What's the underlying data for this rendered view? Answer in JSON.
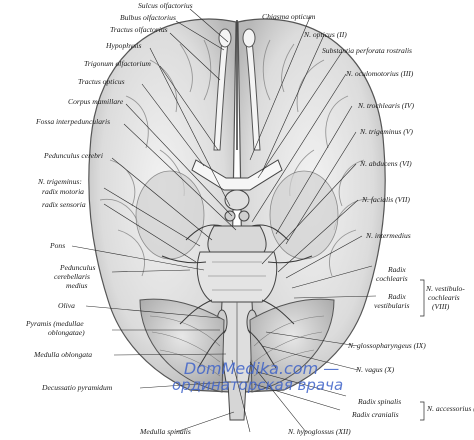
{
  "labels": {
    "sulcus_olfactorius": "Sulcus olfactorius",
    "bulbus_olfactorius": "Bulbus olfactorius",
    "tractus_olfactorius": "Tractus olfactorius",
    "chiasma_opticum": "Chiasma opticum",
    "n_opticus": "N. opticus (II)",
    "hypophysis": "Hypophysis",
    "substantia_perforata": "Substantia perforata rostralis",
    "trigonum_olfactorium": "Trigonum olfactorium",
    "n_oculomotorius": "N. oculomotorius (III)",
    "tractus_opticus": "Tractus opticus",
    "corpus_mamillare": "Corpus mamillare",
    "n_trochlearis": "N. trochlearis (IV)",
    "fossa_interpeduncularis": "Fossa interpeduncularis",
    "n_trigeminus": "N. trigeminus (V)",
    "pedunculus_cerebri": "Pedunculus cerebri",
    "n_abducens": "N. abducens (VI)",
    "n_trigeminus_left": "N. trigeminus:",
    "radix_motoria": "radix motoria",
    "radix_sensoria": "radix sensoria",
    "n_facialis": "N. facialis (VII)",
    "n_intermedius": "N. intermedius",
    "pons": "Pons",
    "pedunculus_cerebellaris_1": "Pedunculus",
    "pedunculus_cerebellaris_2": "cerebellaris",
    "pedunculus_cerebellaris_3": "medius",
    "radix_cochlearis_1": "Radix",
    "radix_cochlearis_2": "cochlearis",
    "radix_vestibularis_1": "Radix",
    "radix_vestibularis_2": "vestibularis",
    "n_vestibulocochlearis_1": "N. vestibulo-",
    "n_vestibulocochlearis_2": "cochlearis",
    "n_vestibulocochlearis_3": "(VIII)",
    "oliva": "Oliva",
    "pyramis_1": "Pyramis (medullae",
    "pyramis_2": "oblongatae)",
    "n_glossopharyngeus": "N. glossopharyngeus (IX)",
    "medulla_oblongata": "Medulla oblongata",
    "n_vagus": "N. vagus (X)",
    "decussatio": "Decussatio pyramidum",
    "radix_spinalis": "Radix spinalis",
    "radix_cranialis": "Radix cranialis",
    "n_accessorius": "N. accessorius (XI)",
    "medulla_spinalis": "Medulla spinalis",
    "n_hypoglossus": "N. hypoglossus (XII)"
  },
  "watermark": {
    "line1": "DomMedika.com —",
    "line2": "ординаторская врача"
  },
  "colors": {
    "brain_fill": "#e6e6e6",
    "brain_shade": "#bdbdbd",
    "ink": "#3a3a3a",
    "leader": "#2a2a2a",
    "watermark": "#3f63c9"
  }
}
